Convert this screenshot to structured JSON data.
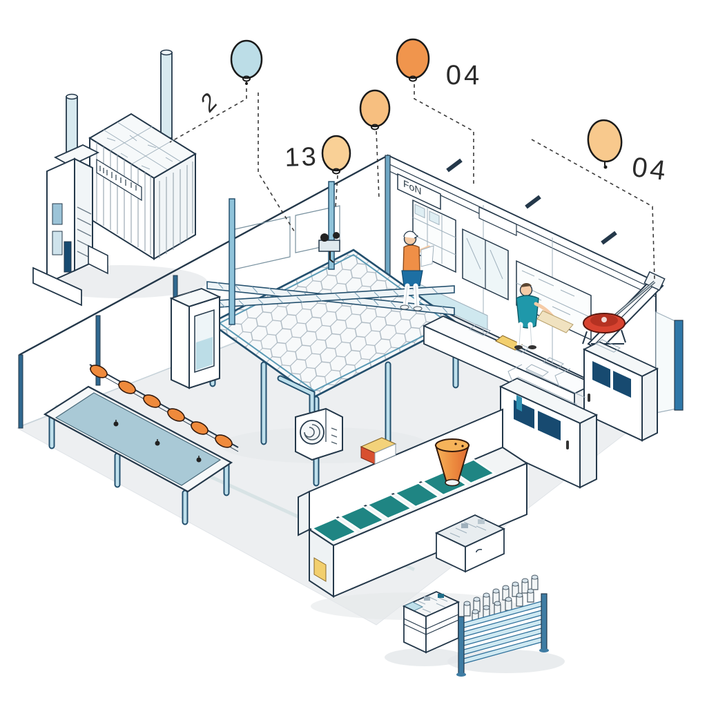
{
  "scene": {
    "title": "isometric-workshop-floor-illustration",
    "background": "#ffffff",
    "floor_color": "#edeff1"
  },
  "markers": [
    {
      "id": "marker-1",
      "label": "2",
      "balloon_color": "#bcdde7"
    },
    {
      "id": "marker-2",
      "label": "13",
      "balloon_color": "#f9d096"
    },
    {
      "id": "marker-3",
      "label": "",
      "balloon_color": "#f7bf80"
    },
    {
      "id": "marker-4",
      "label": "04",
      "balloon_color": "#f0954d"
    },
    {
      "id": "marker-5",
      "label": "04",
      "balloon_color": "#f8c98d"
    }
  ],
  "wall_sign": {
    "text": "FoN"
  },
  "palette": {
    "line_color": "#24384a",
    "steel_blue": "#7fb9d2",
    "post_blue": "#30688f",
    "navy_panel": "#174a70",
    "teal_panel": "#1f8583",
    "teal_shirt": "#1f98aa",
    "orange_shirt": "#ef8f47",
    "orange_item": "#ef8a3c",
    "cone_top": "#f6b35a",
    "cone_body": "#e06b33",
    "red_machine": "#d84330",
    "yellow_label": "#f2cf6e",
    "basin_blue": "#a9c9d6",
    "rack_slat": "#cfe9f2",
    "shadow": "#e4e7ea"
  }
}
